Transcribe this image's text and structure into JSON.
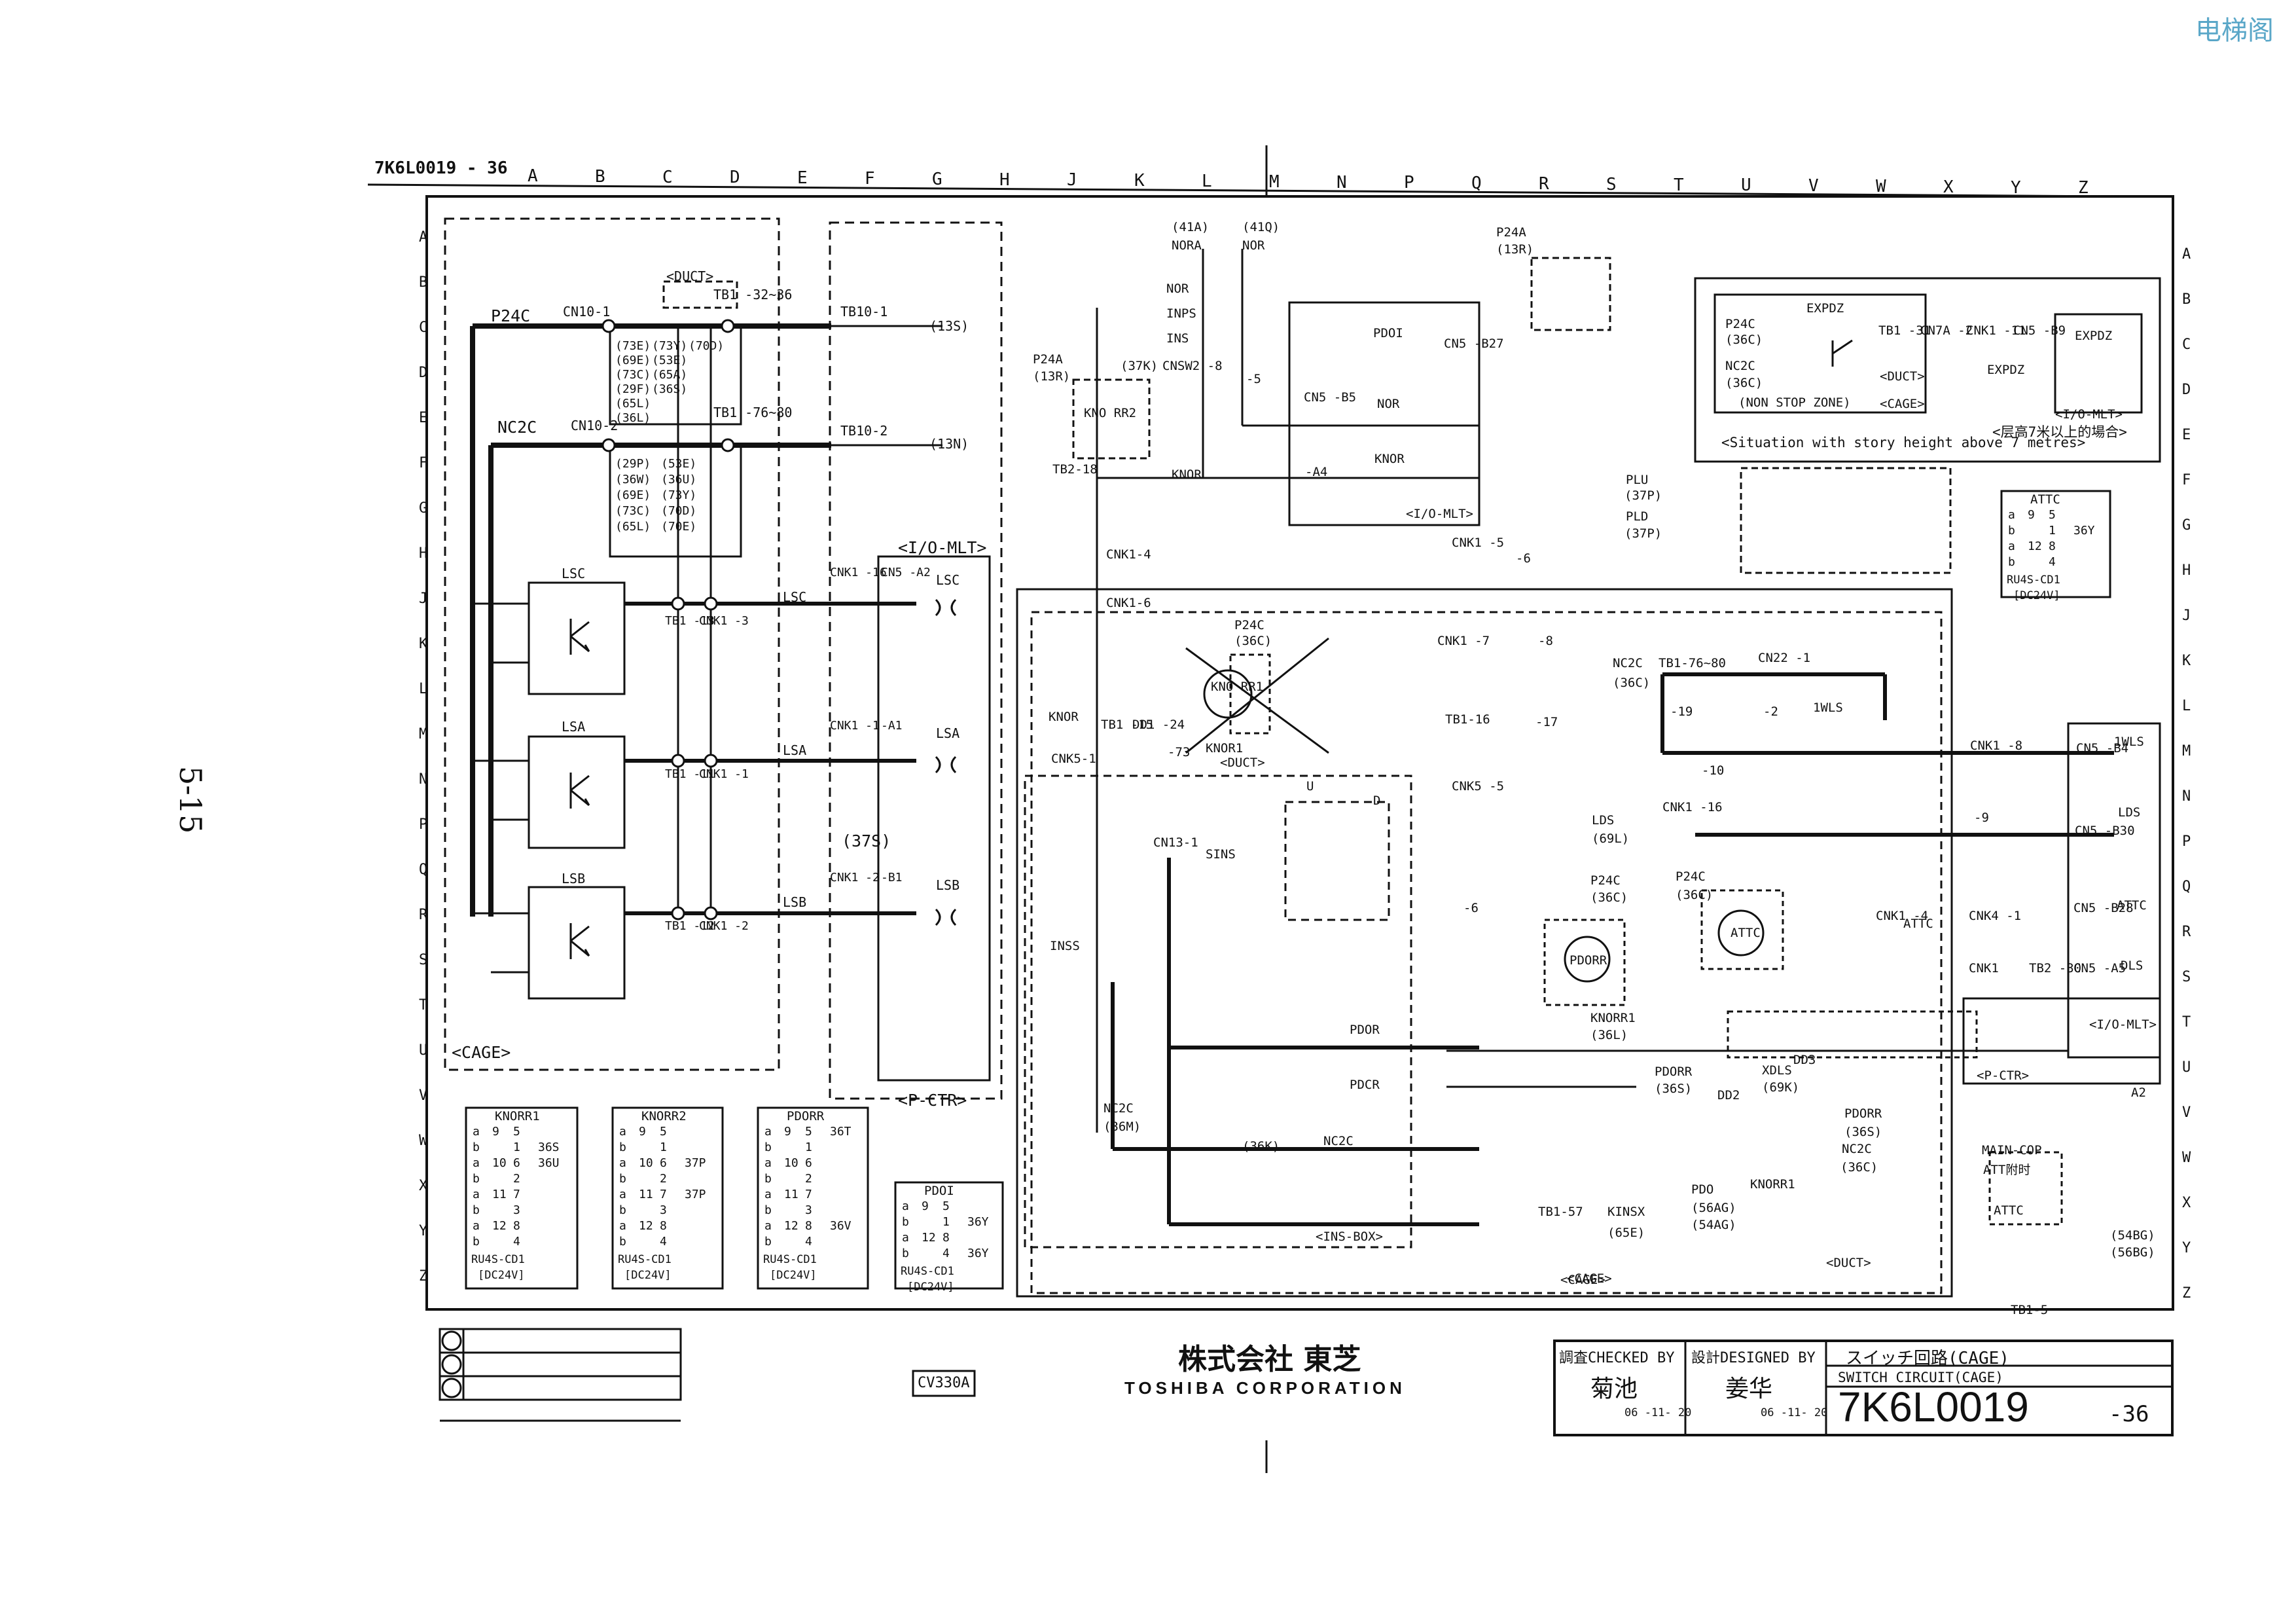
{
  "watermark": "电梯阁",
  "page_number": "5-15",
  "drawing_number": "7K6L0019 - 36",
  "grid_columns": [
    "A",
    "B",
    "C",
    "D",
    "E",
    "F",
    "G",
    "H",
    "J",
    "K",
    "L",
    "M",
    "N",
    "P",
    "Q",
    "R",
    "S",
    "T",
    "U",
    "V",
    "W",
    "X",
    "Y",
    "Z"
  ],
  "grid_rows": [
    "A",
    "B",
    "C",
    "D",
    "E",
    "F",
    "G",
    "H",
    "J",
    "K",
    "L",
    "M",
    "N",
    "P",
    "Q",
    "R",
    "S",
    "T",
    "U",
    "V",
    "W",
    "X",
    "Y",
    "Z"
  ],
  "left_section": {
    "supply_labels": [
      "P24C",
      "NC2C"
    ],
    "connectors": [
      "CN10-1",
      "CN10-2",
      "<DUCT>",
      "TB1 -32~36",
      "TB1 -76~80",
      "TB10-1",
      "TB10-2",
      "(13S)",
      "(13N)"
    ],
    "refs_p24c": [
      "(73E)",
      "(69E)",
      "(73C)",
      "(29F)",
      "(65L)",
      "(36L)",
      "(73Y)",
      "(53E)",
      "(65A)",
      "(36S)",
      "(70D)"
    ],
    "refs_nc2c": [
      "(29P)",
      "(36W)",
      "(69E)",
      "(73C)",
      "(65L)",
      "(53E)",
      "(36U)",
      "(73Y)",
      "(70D)",
      "(70E)"
    ],
    "switches": [
      {
        "name": "LSC",
        "tb": "TB1 -13",
        "cnk": "CNK1 -3",
        "line": "LSC",
        "cnk2": "CNK1 -16",
        "cn": "CN5 -A2",
        "out": "LSC"
      },
      {
        "name": "LSA",
        "tb": "TB1 -11",
        "cnk": "CNK1 -1",
        "line": "LSA",
        "cnk2": "CNK1 -1",
        "cn": "-A1",
        "out": "LSA"
      },
      {
        "name": "LSB",
        "tb": "TB1 -12",
        "cnk": "CNK1 -2",
        "line": "LSB",
        "cnk2": "CNK1 -2",
        "cn": "-B1",
        "out": "LSB"
      }
    ],
    "misc": [
      "<I/O-MLT>",
      "(37S)",
      "<CAGE>",
      "<P-CTR>"
    ]
  },
  "relay_tables": [
    {
      "title": "KNORR1",
      "rows": [
        [
          "a",
          "9",
          "5",
          ""
        ],
        [
          "b",
          "",
          "1",
          "36S"
        ],
        [
          "a",
          "10",
          "6",
          "36U"
        ],
        [
          "b",
          "",
          "2",
          ""
        ],
        [
          "a",
          "11",
          "7",
          ""
        ],
        [
          "b",
          "",
          "3",
          ""
        ],
        [
          "a",
          "12",
          "8",
          ""
        ],
        [
          "b",
          "",
          "4",
          ""
        ]
      ],
      "type": "RU4S-CD1",
      "volt": "[DC24V]"
    },
    {
      "title": "KNORR2",
      "rows": [
        [
          "a",
          "9",
          "5",
          ""
        ],
        [
          "b",
          "",
          "1",
          ""
        ],
        [
          "a",
          "10",
          "6",
          "37P"
        ],
        [
          "b",
          "",
          "2",
          ""
        ],
        [
          "a",
          "11",
          "7",
          "37P"
        ],
        [
          "b",
          "",
          "3",
          ""
        ],
        [
          "a",
          "12",
          "8",
          ""
        ],
        [
          "b",
          "",
          "4",
          ""
        ]
      ],
      "type": "RU4S-CD1",
      "volt": "[DC24V]"
    },
    {
      "title": "PDORR",
      "rows": [
        [
          "a",
          "9",
          "5",
          "36T"
        ],
        [
          "b",
          "",
          "1",
          ""
        ],
        [
          "a",
          "10",
          "6",
          ""
        ],
        [
          "b",
          "",
          "2",
          ""
        ],
        [
          "a",
          "11",
          "7",
          ""
        ],
        [
          "b",
          "",
          "3",
          ""
        ],
        [
          "a",
          "12",
          "8",
          "36V"
        ],
        [
          "b",
          "",
          "4",
          ""
        ]
      ],
      "type": "RU4S-CD1",
      "volt": "[DC24V]"
    },
    {
      "title": "PDOI",
      "rows": [
        [
          "a",
          "9",
          "5",
          ""
        ],
        [
          "b",
          "",
          "1",
          "36Y"
        ],
        [
          "a",
          "12",
          "8",
          ""
        ],
        [
          "b",
          "",
          "4",
          "36Y"
        ]
      ],
      "type": "RU4S-CD1",
      "volt": "[DC24V]"
    },
    {
      "title": "ATTC",
      "rows": [
        [
          "a",
          "9",
          "5",
          ""
        ],
        [
          "b",
          "",
          "1",
          "36Y"
        ],
        [
          "a",
          "12",
          "8",
          ""
        ],
        [
          "b",
          "",
          "4",
          ""
        ]
      ],
      "type": "RU4S-CD1",
      "volt": "[DC24V]"
    }
  ],
  "center_section": {
    "labels": [
      "(41A)",
      "NORA",
      "(41Q)",
      "NOR",
      "NOR",
      "INPS",
      "INS",
      "CNSW2 -8",
      "-5",
      "P24A",
      "(13R)",
      "(37K)",
      "KNO RR2",
      "TB2-18",
      "KNOR",
      "CNK1-4",
      "CNK1-6",
      "P24C",
      "(36C)",
      "KNO RR1",
      "KNOR",
      "TB1 -15",
      "DD1 -24",
      "-73",
      "KNOR1",
      "<DUCT>",
      "CNK5-1",
      "CN13-1",
      "SINS",
      "U",
      "D",
      "CNK5 -5",
      "-6",
      "INSS",
      "NC2C",
      "(36M)",
      "PDOR",
      "PDCR",
      "(36K)",
      "NC2C",
      "TB1-57",
      "KINSX",
      "(65E)",
      "<INS-BOX>",
      "<CAGE>"
    ],
    "pdoi_block": [
      "PDOI",
      "P24A",
      "(13R)",
      "CN5 -B27",
      "CN5 -B5",
      "NOR",
      "-A4",
      "KNOR",
      "<I/O-MLT>",
      "PLU",
      "(37P)",
      "PLD",
      "(37P)",
      "CNK1 -5",
      "-6",
      "CNK1 -7",
      "-8",
      "TB1-16",
      "-17"
    ]
  },
  "right_section": {
    "expdz": [
      "EXPDZ",
      "P24C",
      "(36C)",
      "NC2C",
      "(36C)",
      "(NON STOP ZONE)",
      "TB1 -31",
      "CN7A -2",
      "CNK1 -11",
      "CN5 -B9",
      "EXPDZ",
      "EXPDZ",
      "<DUCT>",
      "<CAGE>",
      "<I/O-MLT>"
    ],
    "story_note": "<Situation with story height above 7 metres>",
    "story_note_cn": "<层高7米以上的場合>",
    "labels": [
      "NC2C",
      "(36C)",
      "TB1-76~80",
      "CN22 -1",
      "-19",
      "-2",
      "1WLS",
      "-10",
      "CNK1 -8",
      "CN5 -B4",
      "1WLS",
      "LDS",
      "(69L)",
      "CNK1 -16",
      "-9",
      "CN5 -B30",
      "LDS",
      "P24C",
      "(36C)",
      "P24C",
      "(36C)",
      "ATTC",
      "PDORR",
      "CNK1 -4",
      "ATTC",
      "CNK4 -1",
      "CN5 -B28",
      "ATTC",
      "CNK1",
      "TB2 -30",
      "CN5 -A5",
      "DLS",
      "KNORR1",
      "(36L)",
      "PDORR",
      "(36S)",
      "DD2",
      "XDLS",
      "(69K)",
      "DD3",
      "PDORR",
      "(36S)",
      "NC2C",
      "(36C)",
      "PDO",
      "(56AG)",
      "(54AG)",
      "KNORR1",
      "MAIN-COP",
      "ATT附时",
      "ATTC",
      "(54BG)",
      "(56BG)",
      "<DUCT>",
      "<CAGE>",
      "TB1-5",
      "<P-CTR>",
      "<I/O-MLT>",
      "A2"
    ]
  },
  "title_block": {
    "checked_label": "調査CHECKED BY",
    "designed_label": "設計DESIGNED BY",
    "checked_name": "菊池",
    "designed_name": "姜华",
    "checked_date": "06 -11- 20",
    "designed_date": "06 -11- 20",
    "title_jp": "スイッチ回路(CAGE)",
    "title_en": "SWITCH CIRCUIT(CAGE)",
    "drawing_no_main": "7K6L0019",
    "drawing_no_sheet": "-36",
    "model": "CV330A",
    "company_jp": "株式会社 東芝",
    "company_en": "TOSHIBA CORPORATION"
  }
}
